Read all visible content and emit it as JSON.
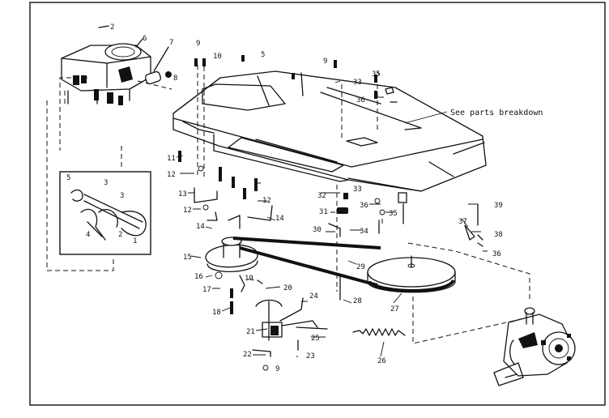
{
  "note": "See parts breakdown",
  "labels": {
    "p1": "1",
    "p2": "2",
    "p2b": "2",
    "p3": "3",
    "p3b": "3",
    "p4": "4",
    "p5": "5",
    "p5b": "5",
    "p6": "6",
    "p7": "7",
    "p8": "8",
    "p9": "9",
    "p9b": "9",
    "p9c": "9",
    "p10": "10",
    "p11": "11",
    "p12a": "12",
    "p12b": "12",
    "p12c": "12",
    "p13": "13",
    "p14a": "14",
    "p14b": "14",
    "p15": "15",
    "p16": "16",
    "p17": "17",
    "p18": "18",
    "p19": "19",
    "p20": "20",
    "p21": "21",
    "p22": "22",
    "p23": "23",
    "p24": "24",
    "p25": "25",
    "p26": "26",
    "p27": "27",
    "p28": "28",
    "p29": "29",
    "p30": "30",
    "p31": "31",
    "p32": "32",
    "p33a": "33",
    "p33b": "33",
    "p34": "34",
    "p35a": "35",
    "p35b": "35",
    "p36a": "36",
    "p36b": "36",
    "p36c": "36",
    "p37": "37",
    "p38": "38",
    "p39": "39"
  }
}
